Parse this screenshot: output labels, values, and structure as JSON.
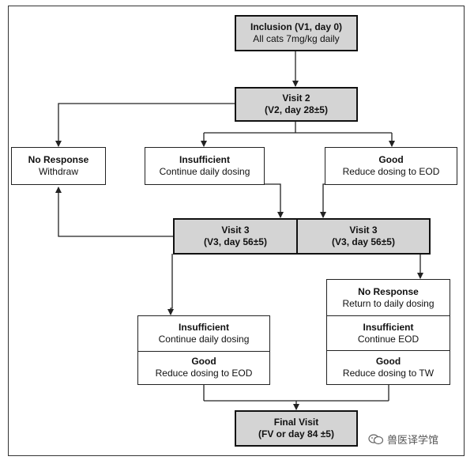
{
  "nodes": {
    "inclusion": {
      "title": "Inclusion (V1, day 0)",
      "sub": "All cats 7mg/kg daily"
    },
    "visit2": {
      "title": "Visit 2",
      "sub": "(V2, day 28±5)"
    },
    "no_response": {
      "title": "No Response",
      "sub": "Withdraw"
    },
    "insufficient_v2": {
      "title": "Insufficient",
      "sub": "Continue daily dosing"
    },
    "good_v2": {
      "title": "Good",
      "sub": "Reduce dosing to EOD"
    },
    "visit3_left": {
      "title": "Visit 3",
      "sub": "(V3, day 56±5)"
    },
    "visit3_right": {
      "title": "Visit 3",
      "sub": "(V3, day 56±5)"
    },
    "left_outcomes": {
      "insufficient": {
        "title": "Insufficient",
        "sub": "Continue daily dosing"
      },
      "good": {
        "title": "Good",
        "sub": "Reduce dosing to EOD"
      }
    },
    "right_outcomes": {
      "no_response": {
        "title": "No Response",
        "sub": "Return to daily dosing"
      },
      "insufficient": {
        "title": "Insufficient",
        "sub": "Continue EOD"
      },
      "good": {
        "title": "Good",
        "sub": "Reduce dosing to TW"
      }
    },
    "final": {
      "title": "Final Visit",
      "sub": "(FV or day 84 ±5)"
    }
  },
  "watermark": {
    "text": "兽医译学馆",
    "icon": "wechat-icon"
  },
  "colors": {
    "grey_box": "#d4d4d4",
    "line": "#222222"
  }
}
